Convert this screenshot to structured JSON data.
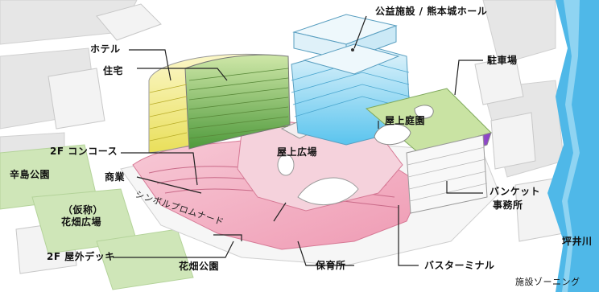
{
  "labels": {
    "public_facility": "公益施設 / 熊本城ホール",
    "hotel": "ホテル",
    "residence": "住宅",
    "parking": "駐車場",
    "rooftop_garden": "屋上庭園",
    "concourse_2f": "2F コンコース",
    "tsujinoshima_park": "辛島公園",
    "commerce": "商業",
    "rooftop_plaza": "屋上広場",
    "symbol_promenade": "シンボルプロムナード",
    "temp_name": "（仮称）",
    "hanahata_plaza": "花畑広場",
    "banquet": "バンケット",
    "office": "事務所",
    "tsuboi_river": "坪井川",
    "outdoor_deck_2f": "2F 屋外デッキ",
    "hanahata_park": "花畑公園",
    "nursery": "保育所",
    "bus_terminal": "バスターミナル",
    "caption": "施設ゾーニング"
  }
}
